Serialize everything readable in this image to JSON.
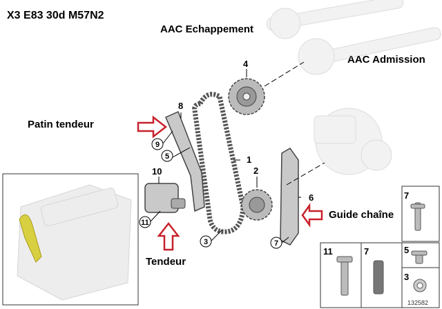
{
  "title": "X3 E83 30d  M57N2",
  "labels": {
    "exhaust_camshaft": "AAC Echappement",
    "intake_camshaft": "AAC Admission",
    "tensioner_rail": "Patin tendeur",
    "chain_guide": "Guide chaîne",
    "tensioner": "Tendeur"
  },
  "callouts": {
    "n1": "1",
    "n2": "2",
    "n3": "3",
    "n4": "4",
    "n5": "5",
    "n6": "6",
    "n7": "7",
    "n8": "8",
    "n9": "9",
    "n10": "10",
    "n11": "11"
  },
  "hardware_panel": {
    "top_right": "7",
    "bottom_left": "11",
    "bottom_mid": "7",
    "mid_right": "5",
    "low_right": "3"
  },
  "reference_number": "132582",
  "colors": {
    "arrow": "#c8202a",
    "highlight": "#d8d040",
    "line": "#000000"
  }
}
